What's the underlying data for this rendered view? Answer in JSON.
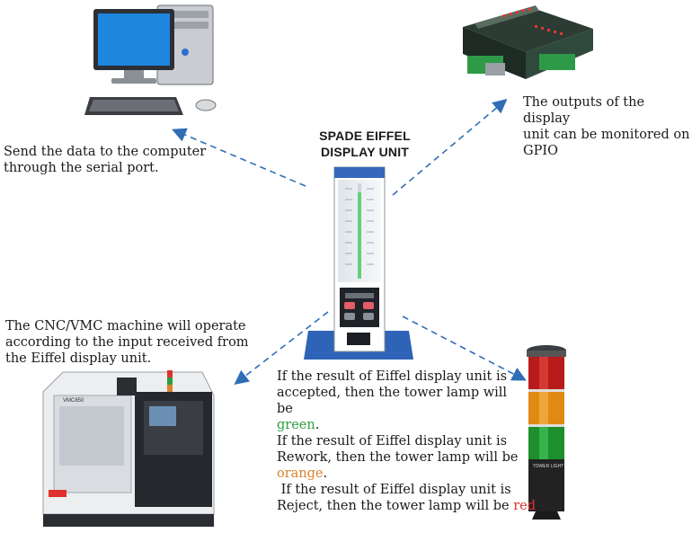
{
  "title": {
    "line1": "SPADE EIFFEL",
    "line2": "DISPLAY UNIT"
  },
  "computer": {
    "line1": "Send the data to the computer",
    "line2": "through the serial port."
  },
  "gpio": {
    "line1": "The  outputs  of the display",
    "line2": "unit can be monitored on",
    "line3": "GPIO"
  },
  "cnc": {
    "line1": "The CNC/VMC machine will operate",
    "line2": "according to the input received  from",
    "line3": "the Eiffel display unit."
  },
  "lamp": {
    "l1": "If the result of Eiffel display unit is",
    "l2": "accepted, then the tower lamp will be",
    "green": "green",
    "l3": "If the result  of Eiffel display unit is",
    "l4": "Rework, then the tower lamp will be",
    "orange": "orange",
    "l5": " If the result of Eiffel display unit is",
    "l6": "Reject, then the tower lamp will be ",
    "red": "red"
  },
  "device": {
    "label": "VMC850"
  },
  "tower": {
    "label": "TOWER LIGHT"
  },
  "colors": {
    "arrow": "#2f6db5",
    "green": "#2e9e3f",
    "orange": "#d9822b",
    "red": "#e0312f"
  }
}
